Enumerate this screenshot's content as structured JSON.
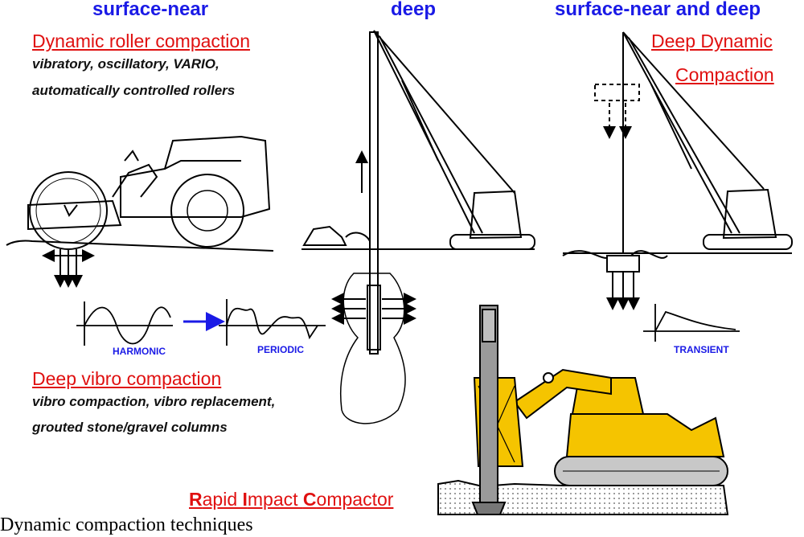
{
  "headers": {
    "left": "surface-near",
    "middle": "deep",
    "right": "surface-near and deep"
  },
  "methods": {
    "roller": {
      "title": "Dynamic roller compaction",
      "desc_line1": "vibratory, oscillatory, VARIO,",
      "desc_line2": "automatically controlled rollers"
    },
    "deep_dynamic": {
      "title_line1": "Deep Dynamic",
      "title_line2": "Compaction"
    },
    "vibro": {
      "title": "Deep vibro compaction",
      "desc_line1": "vibro compaction, vibro replacement,",
      "desc_line2": "grouted stone/gravel columns"
    },
    "rapid": {
      "letter1": "R",
      "rest1": "apid ",
      "letter2": "I",
      "rest2": "mpact ",
      "letter3": "C",
      "rest3": "ompactor"
    }
  },
  "wave_labels": {
    "harmonic": "HARMONIC",
    "periodic": "PERIODIC",
    "transient": "TRANSIENT"
  },
  "caption": "Dynamic compaction techniques",
  "colors": {
    "header_blue": "#1a1ae6",
    "method_red": "#e01010",
    "machine_yellow": "#f5c400"
  }
}
